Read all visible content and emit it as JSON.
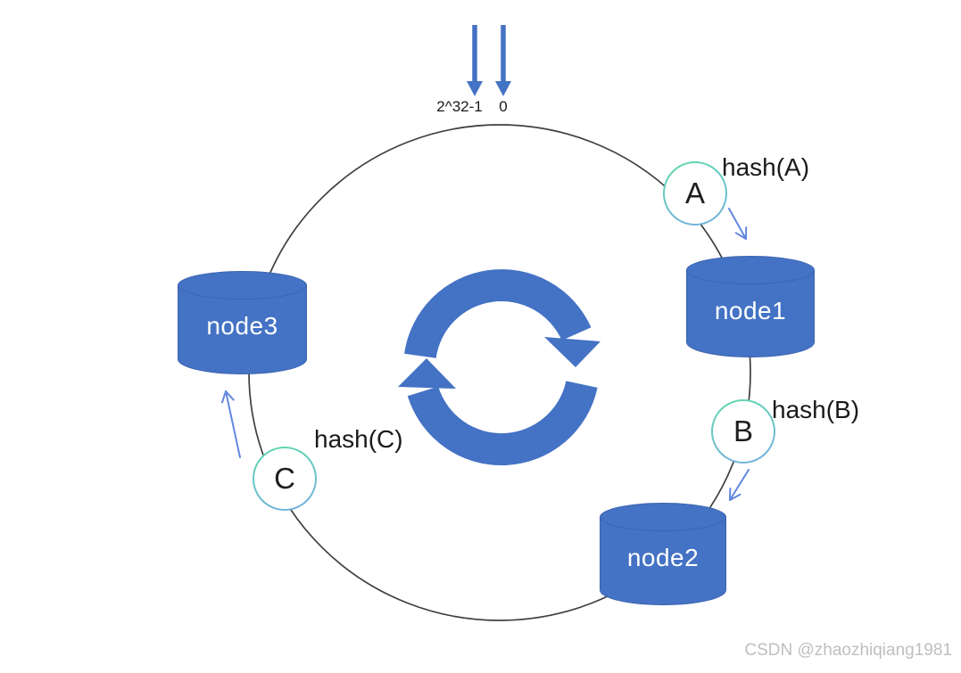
{
  "diagram": {
    "range_labels": {
      "max": "2^32-1",
      "min": "0"
    },
    "nodes": [
      {
        "id": "node1",
        "label": "node1"
      },
      {
        "id": "node2",
        "label": "node2"
      },
      {
        "id": "node3",
        "label": "node3"
      }
    ],
    "keys": [
      {
        "letter": "A",
        "hash_label": "hash(A)"
      },
      {
        "letter": "B",
        "hash_label": "hash(B)"
      },
      {
        "letter": "C",
        "hash_label": "hash(C)"
      }
    ],
    "icons": {
      "center": "circular-cycle-arrows",
      "top": "two-down-arrows"
    }
  },
  "watermark": {
    "text": "CSDN @zhaozhiqiang1981"
  },
  "colors": {
    "primary_blue": "#4472C4",
    "cylinder_border": "#3C63AE",
    "arrow_light_blue": "#6287E0",
    "ring_stroke": "#3F3F3F",
    "key_border_start": "#5FD9AE",
    "key_border_end": "#74AEE0",
    "label_text": "#1A1A1A",
    "node_text": "#FFFFFF",
    "watermark_gray": "#BFBFBF"
  }
}
